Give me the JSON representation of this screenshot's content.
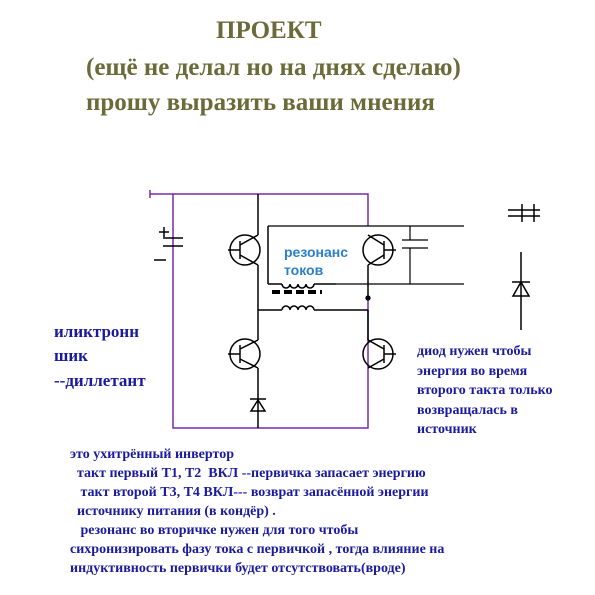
{
  "title": {
    "line1": "ПРОЕКТ",
    "line2": "(ещё не делал но на днях сделаю)",
    "line3": "прошу выразить ваши мнения"
  },
  "labels": {
    "resonance_1": "резонанс",
    "resonance_2": "токов",
    "signature_1": "иликтронн",
    "signature_2": "шик",
    "signature_3": "--диллетант"
  },
  "diode_note": [
    "диод нужен чтобы",
    "энергия во время",
    "второго такта только",
    "возвращалась в",
    "источник"
  ],
  "description": [
    "это ухитрённый инвертор",
    "  такт первый Т1, Т2  ВКЛ --первичка запасает энергию",
    "   такт второй Т3, Т4 ВКЛ--- возврат запасённой энергии",
    "  источнику питания (в кондёр) .",
    "   резонанс во вторичке нужен для того чтобы",
    "сихронизировать фазу тока с первичкой , тогда влияние на",
    "индуктивность первички будет отсутствовать(вроде)"
  ],
  "colors": {
    "title": "#6b6b3a",
    "text_blue": "#1a1a9e",
    "resonance": "#2b7fc9",
    "wire_purple": "#7a2aa8",
    "wire_black": "#000000"
  }
}
